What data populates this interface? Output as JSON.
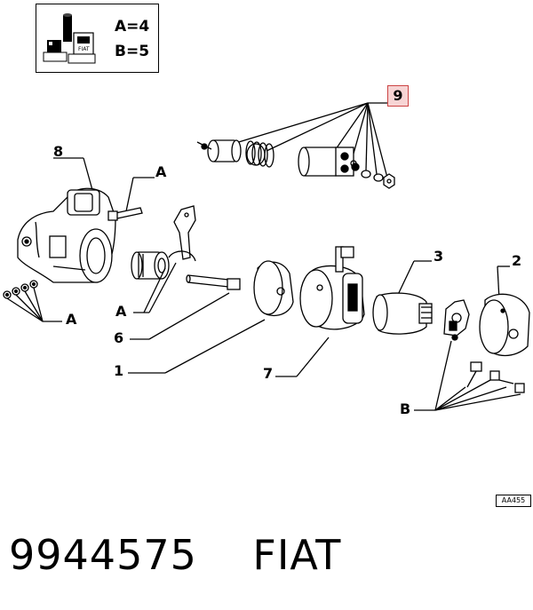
{
  "quantity_legend": {
    "a_label": "A=4",
    "b_label": "B=5",
    "icon": "bolt-screw-package-icon"
  },
  "callouts": {
    "part_1": "1",
    "part_2": "2",
    "part_3": "3",
    "part_6": "6",
    "part_7": "7",
    "part_8": "8",
    "part_9": "9",
    "a_top": "A",
    "a_middle": "A",
    "a_bottom": "A",
    "b_group": "B"
  },
  "highlight_color": "#f7d4d4",
  "reference_code": "AA455",
  "footer": {
    "part_number": "9944575",
    "brand": "FIAT"
  }
}
